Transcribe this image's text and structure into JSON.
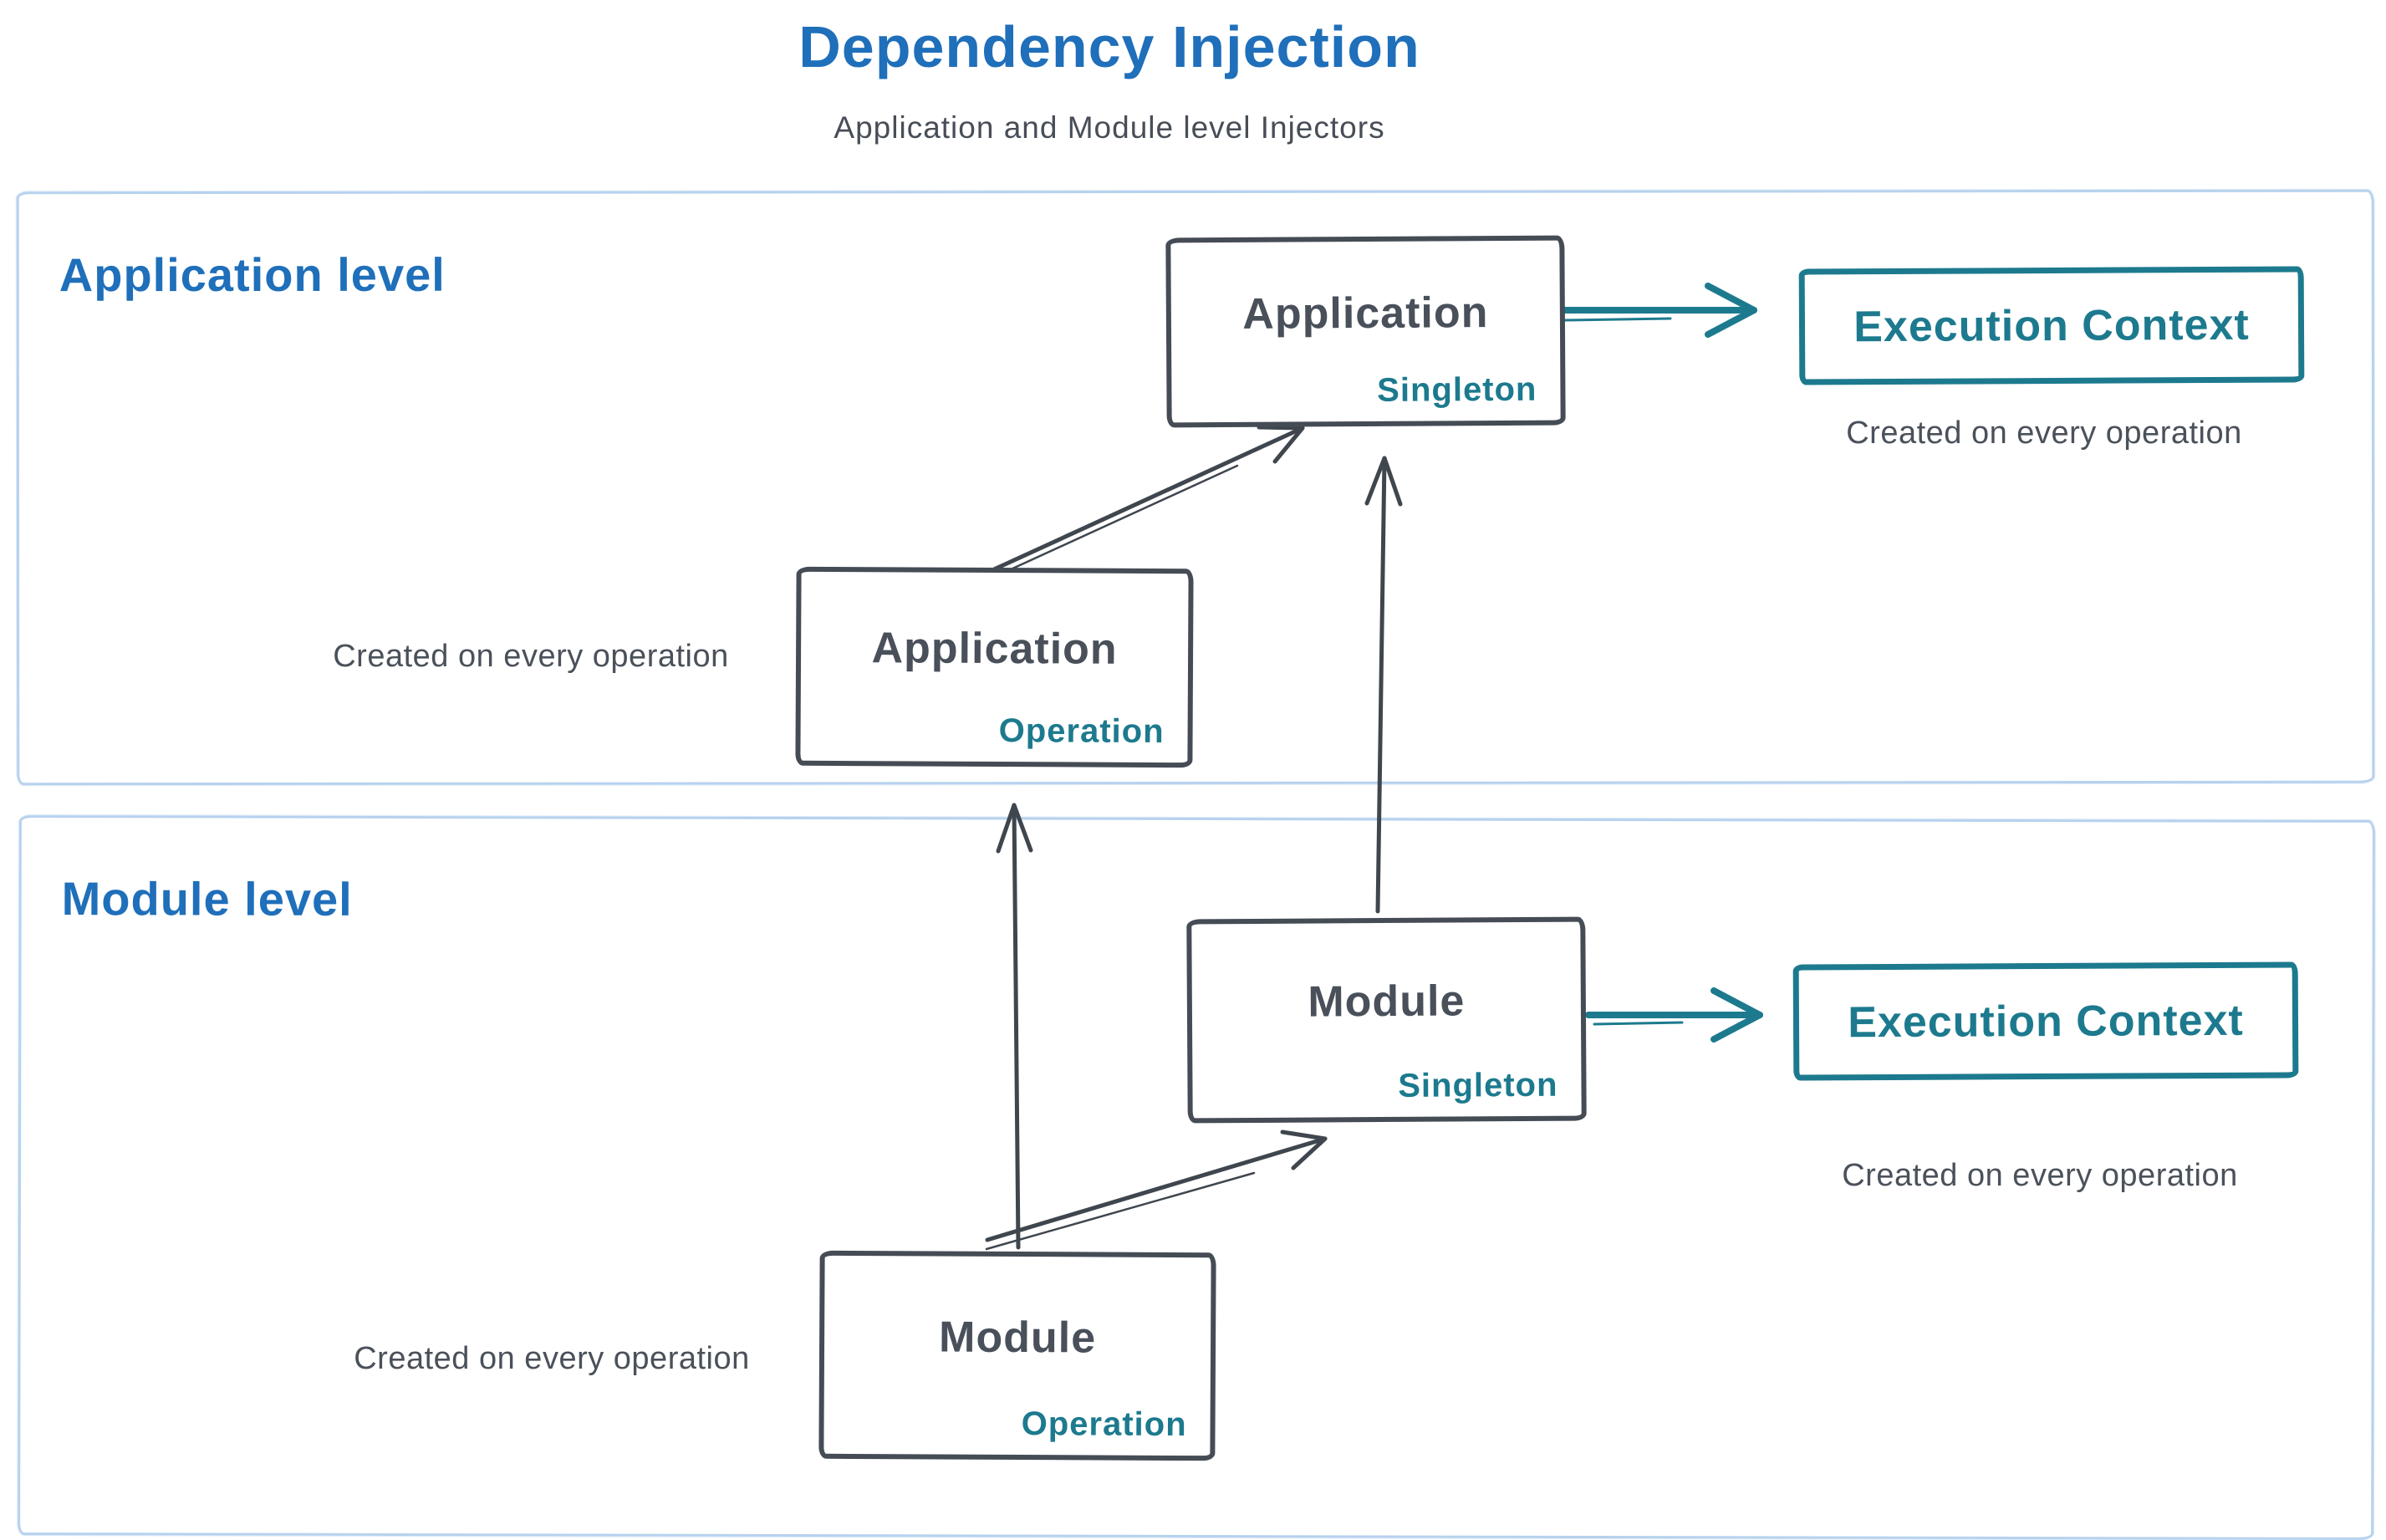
{
  "page": {
    "title": "Dependency Injection",
    "subtitle": "Application and Module level Injectors"
  },
  "sections": {
    "application": {
      "label": "Application level"
    },
    "module": {
      "label": "Module level"
    }
  },
  "boxes": {
    "app_singleton": {
      "title": "Application",
      "scope": "Singleton"
    },
    "app_operation": {
      "title": "Application",
      "scope": "Operation"
    },
    "module_singleton": {
      "title": "Module",
      "scope": "Singleton"
    },
    "module_operation": {
      "title": "Module",
      "scope": "Operation"
    },
    "execution_context_app": {
      "label": "Execution Context"
    },
    "execution_context_module": {
      "label": "Execution Context"
    }
  },
  "notes": {
    "app_execution": "Created on every operation",
    "app_operation": "Created on every operation",
    "module_execution": "Created on every operation",
    "module_operation": "Created on every operation"
  },
  "colors": {
    "title_blue": "#1f6fba",
    "teal_accent": "#1d7a8e",
    "ink": "#454c55",
    "section_border": "#b7d2ee"
  }
}
